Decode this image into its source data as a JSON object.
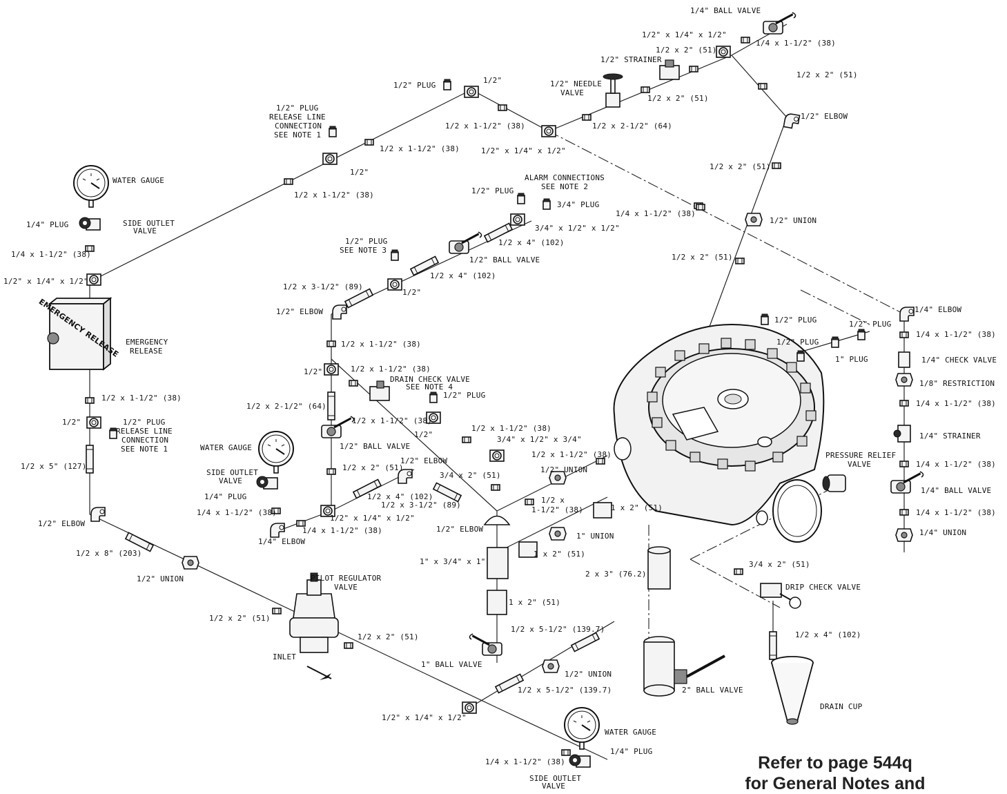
{
  "labels": {
    "ball_quarter_top": "1/4\" BALL VALVE",
    "tee_top": "1/2\" x 1/4\" x 1/2\"",
    "nip_quarter_top": "1/4 x 1-1/2\" (38)",
    "nip_2_a": "1/2 x 2\" (51)",
    "strainer_half": "1/2\" STRAINER",
    "nip_2_b": "1/2 x 2\" (51)",
    "needle_valve": "1/2\" NEEDLE\nVALVE",
    "nip_2_c": "1/2 x 2\" (51)",
    "elbow_half_top": "1/2\" ELBOW",
    "plug_half_top": "1/2\" PLUG",
    "tee_half_top": "1/2\"",
    "plug_release_1": "1/2\" PLUG\nRELEASE LINE\nCONNECTION\nSEE NOTE 1",
    "nip_112_a": "1/2 x 1-1/2\" (38)",
    "nip_212": "1/2 x 2-1/2\" (64)",
    "tee_quarter_mid": "1/2\" x 1/4\" x 1/2\"",
    "nip_112_b": "1/2 x 1-1/2\" (38)",
    "tee_half_mid": "1/2\"",
    "nip_2_d": "1/2 x 2\" (51)",
    "water_gauge_1": "WATER GAUGE",
    "nip_112_c": "1/2 x 1-1/2\" (38)",
    "alarm": "ALARM CONNECTIONS\nSEE NOTE 2",
    "plug_half_alarm": "1/2\" PLUG",
    "plug_34": "3/4\" PLUG",
    "nip_quarter_112": "1/4 x 1-1/2\" (38)",
    "union_half_top": "1/2\" UNION",
    "plug_quarter_1": "1/4\" PLUG",
    "side_outlet_1": "SIDE OUTLET\nVALVE",
    "tee_alarm": "3/4\" x 1/2\" x 1/2\"",
    "nip_4_a": "1/2 x 4\" (102)",
    "nip_quarter_112_b": "1/4 x 1-1/2\" (38)",
    "tee_quarter_left": "1/2\" x 1/4\" x 1/2\"",
    "ball_half_a": "1/2\" BALL VALVE",
    "nip_2_e": "1/2 x 2\" (51)",
    "plug_note3": "1/2\" PLUG\nSEE NOTE 3",
    "nip_312": "1/2 x 3-1/2\" (89)",
    "nip_4_b": "1/2 x 4\" (102)",
    "tee_half_c": "1/2\"",
    "elbow_quarter_r": "1/4\" ELBOW",
    "elbow_half_b": "1/2\" ELBOW",
    "emergency_box": "EMERGENCY\nRELEASE",
    "emergency_release": "EMERGENCY\nRELEASE",
    "nip_112_d": "1/2 x 1-1/2\" (38)",
    "plug_r1": "1/2\" PLUG",
    "plug_r2": "1/2\" PLUG",
    "plug_r3": "1/2\" PLUG",
    "nip_quarter_r1": "1/4 x 1-1/2\" (38)",
    "tee_half_d": "1/2\"",
    "nip_112_e": "1/2 x 1-1/2\" (38)",
    "drain_check": "DRAIN CHECK VALVE\nSEE NOTE 4",
    "plug_1in": "1\" PLUG",
    "check_quarter": "1/4\" CHECK VALVE",
    "plug_half_f": "1/2\" PLUG",
    "nip_112_f": "1/2 x 1-1/2\" (38)",
    "restriction": "1/8\" RESTRICTION",
    "nip_212_b": "1/2 x 2-1/2\" (64)",
    "nip_quarter_r2": "1/4 x 1-1/2\" (38)",
    "tee_half_e": "1/2\"",
    "nip_112_g": "1/2 x 1-1/2\" (38)",
    "nip_112_h": "1/2 x 1-1/2\" (38)",
    "tee_half_f": "1/2\"",
    "plug_release_2": "1/2\" PLUG\nRELEASE LINE\nCONNECTION\nSEE NOTE 1",
    "tee_34": "3/4\" x 1/2\" x 3/4\"",
    "strainer_quarter": "1/4\" STRAINER",
    "ball_half_b": "1/2\" BALL VALVE",
    "nip_112_i": "1/2 x 1-1/2\" (38)",
    "water_gauge_2": "WATER GAUGE",
    "elbow_half_c": "1/2\" ELBOW",
    "side_outlet_2": "SIDE OUTLET\nVALVE",
    "union_half_mid": "1/2\" UNION",
    "pressure_relief": "PRESSURE RELIEF\nVALVE",
    "nip_quarter_r3": "1/4 x 1-1/2\" (38)",
    "nip_2_f": "1/2 x 2\" (51)",
    "nip_5": "1/2 x 5\" (127)",
    "nip_34_2": "3/4 x 2\" (51)",
    "plug_quarter_2": "1/4\" PLUG",
    "nip_4_c": "1/2 x 4\" (102)",
    "ball_quarter_r": "1/4\" BALL VALVE",
    "nip_half_112_j": "1/2 x\n1-1/2\" (38)",
    "nip_1x2_a": "1 x 2\" (51)",
    "nip_quarter_l2": "1/4 x 1-1/2\" (38)",
    "tee_quarter_l2": "1/2\" x 1/4\" x 1/2\"",
    "nip_312_b": "1/2 x 3-1/2\" (89)",
    "nip_quarter_r4": "1/4 x 1-1/2\" (38)",
    "elbow_half_d": "1/2\" ELBOW",
    "nip_quarter_l3": "1/4 x 1-1/2\" (38)",
    "union_quarter_r": "1/4\" UNION",
    "elbow_quarter_l": "1/4\" ELBOW",
    "union_1in": "1\" UNION",
    "elbow_half_e": "1/2\" ELBOW",
    "nip_8": "1/2 x 8\" (203)",
    "tee_1_34": "1\" x 3/4\" x 1\"",
    "nip_1x2_b": "1 x 2\" (51)",
    "union_half_left": "1/2\" UNION",
    "nip_2x3": "2 x 3\" (76.2)",
    "drip_check": "DRIP CHECK VALVE",
    "pilot_reg": "PILOT REGULATOR\nVALVE",
    "nip_1x2_c": "1 x 2\" (51)",
    "nip_4_d": "1/2 x 4\" (102)",
    "nip_2_g": "1/2 x 2\" (51)",
    "nip_2_h": "1/2 x 2\" (51)",
    "nip_512_a": "1/2 x 5-1/2\" (139.7)",
    "inlet": "INLET",
    "ball_1in": "1\" BALL VALVE",
    "union_half_bot": "1/2\" UNION",
    "ball_2in": "2\" BALL VALVE",
    "nip_512_b": "1/2 x 5-1/2\" (139.7)",
    "drain_cup": "DRAIN CUP",
    "tee_quarter_bot": "1/2\" x 1/4\" x 1/2\"",
    "water_gauge_3": "WATER GAUGE",
    "nip_quarter_bot": "1/4 x 1-1/2\" (38)",
    "plug_quarter_3": "1/4\" PLUG",
    "side_outlet_3": "SIDE OUTLET\nVALVE"
  },
  "footer": {
    "line1": "Refer to page 544q",
    "line2": "for General Notes and"
  }
}
